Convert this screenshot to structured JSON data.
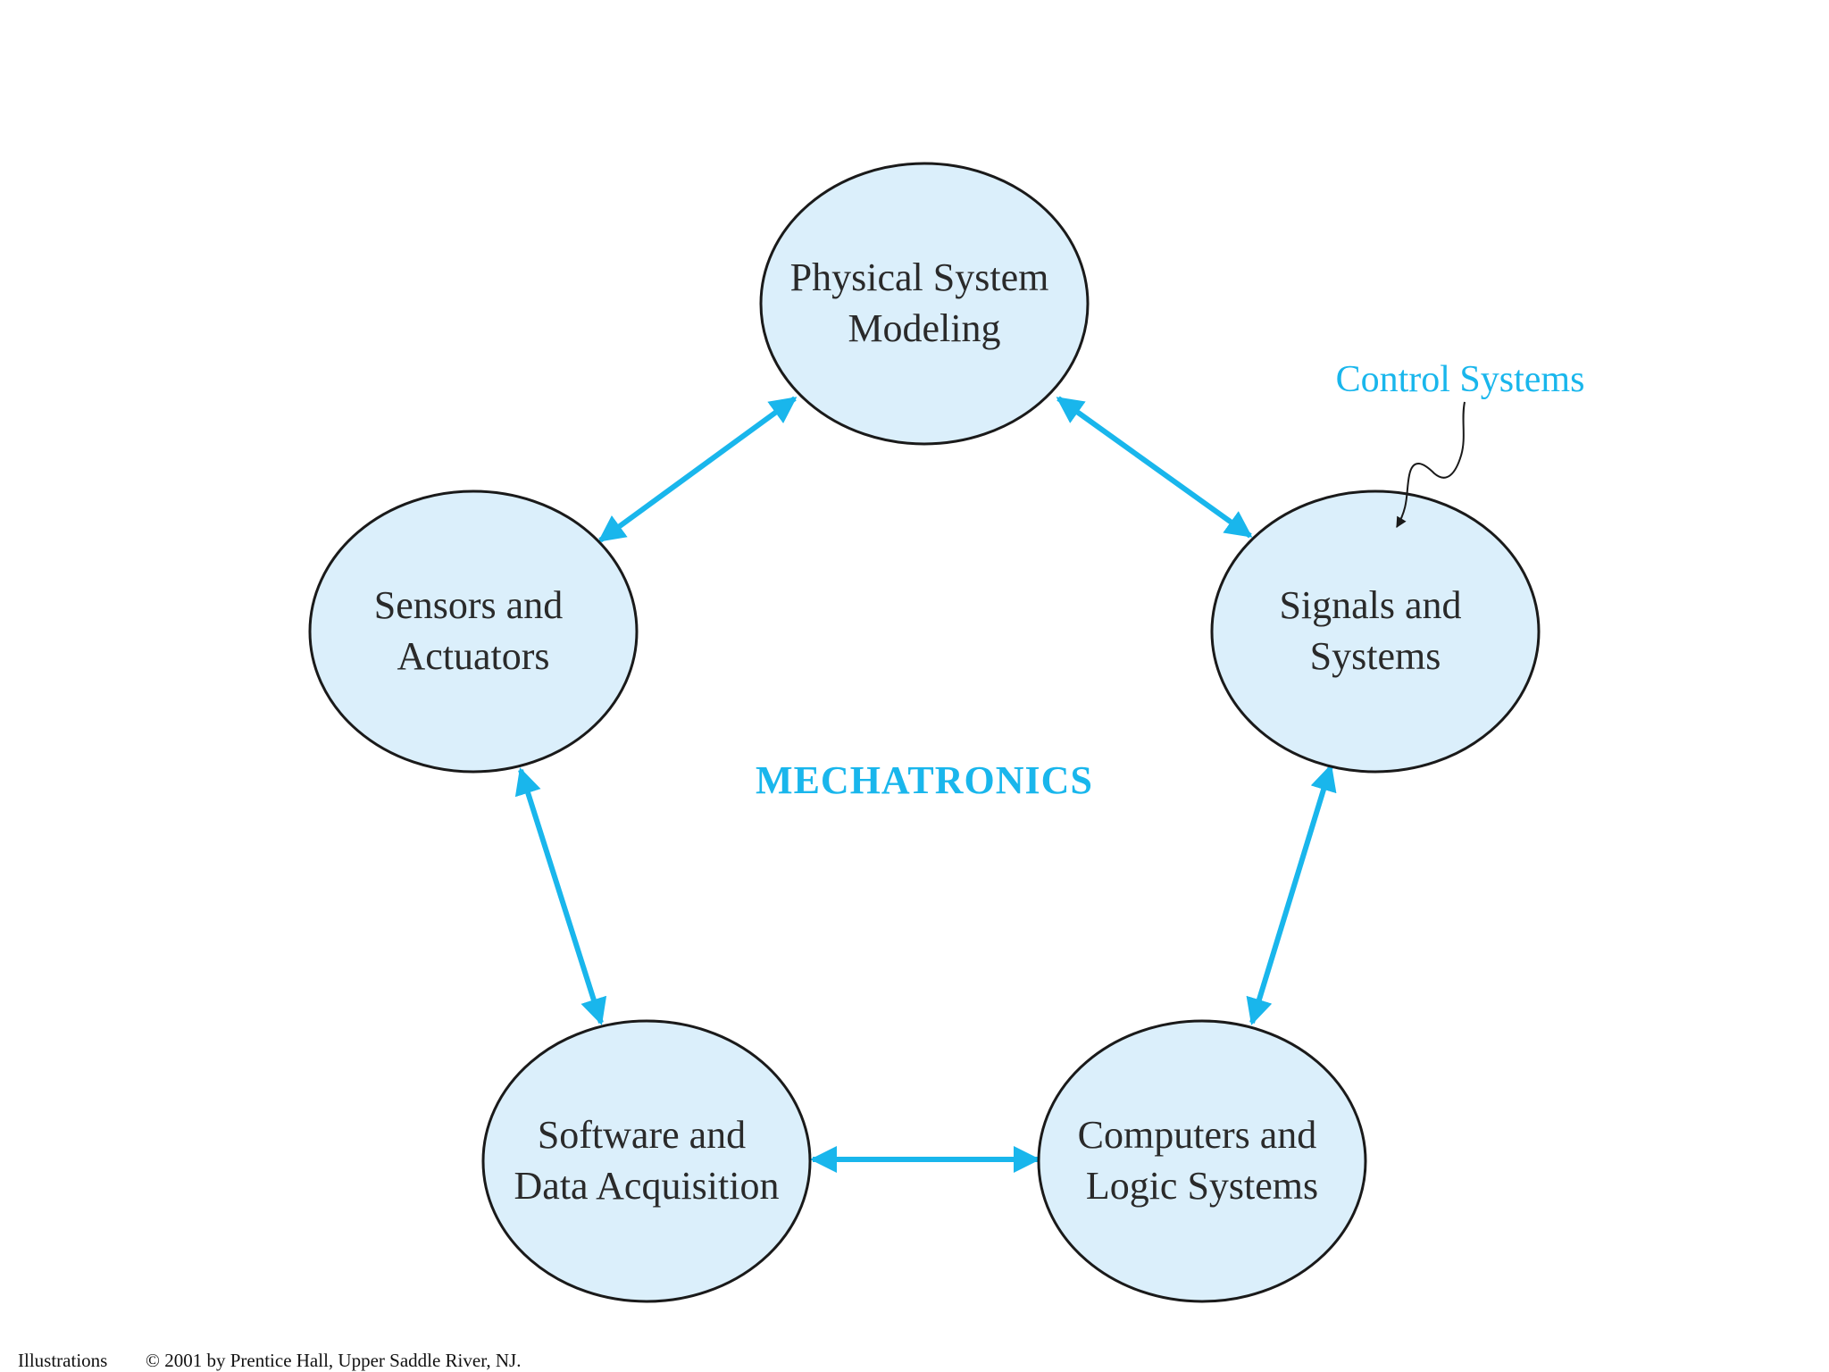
{
  "colors": {
    "node_fill": "#dbeffb",
    "node_stroke": "#1a1a1a",
    "accent": "#19b6ec",
    "callout_arrow": "#1a1a1a"
  },
  "diagram": {
    "center_label": "MECHATRONICS",
    "callout": {
      "label": "Control Systems",
      "target": "signals"
    },
    "nodes": [
      {
        "id": "physical",
        "lines": [
          "Physical System",
          "Modeling"
        ]
      },
      {
        "id": "signals",
        "lines": [
          "Signals and",
          "Systems"
        ]
      },
      {
        "id": "computers",
        "lines": [
          "Computers and",
          "Logic Systems"
        ]
      },
      {
        "id": "software",
        "lines": [
          "Software and",
          "Data Acquisition"
        ]
      },
      {
        "id": "sensors",
        "lines": [
          "Sensors and",
          "Actuators"
        ]
      }
    ],
    "edges": [
      {
        "from": "physical",
        "to": "signals",
        "type": "bidirectional"
      },
      {
        "from": "signals",
        "to": "computers",
        "type": "bidirectional"
      },
      {
        "from": "computers",
        "to": "software",
        "type": "bidirectional"
      },
      {
        "from": "software",
        "to": "sensors",
        "type": "bidirectional"
      },
      {
        "from": "sensors",
        "to": "physical",
        "type": "bidirectional"
      }
    ]
  },
  "footer": {
    "left": "Illustrations",
    "right": "© 2001 by Prentice Hall, Upper Saddle River, NJ."
  }
}
